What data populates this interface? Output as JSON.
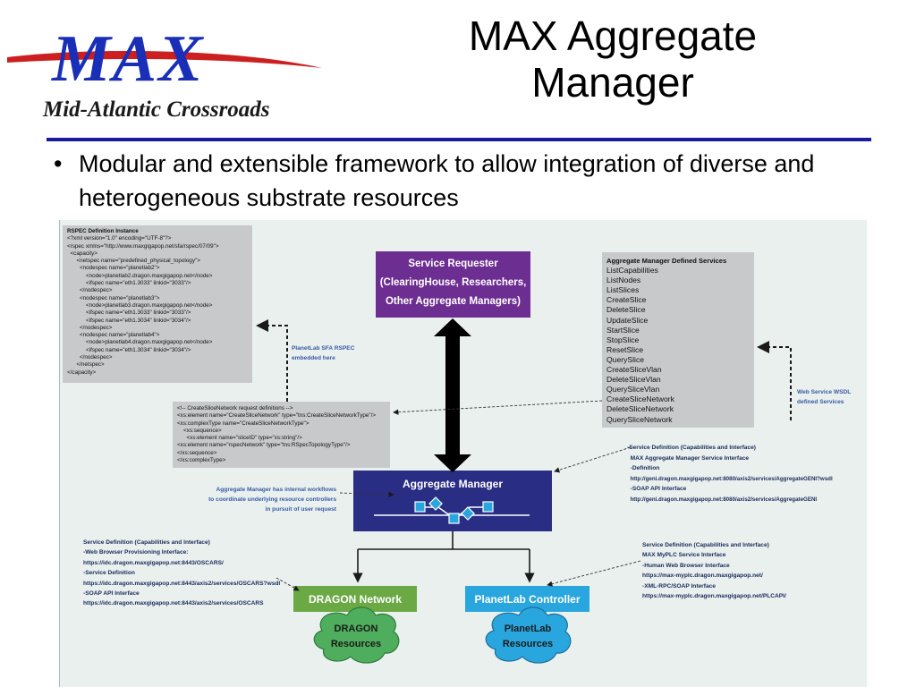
{
  "logo": {
    "wordmark": "MAX",
    "tagline": "Mid-Atlantic Crossroads",
    "colors": {
      "blue": "#1a2fb8",
      "red": "#cc1f1f"
    }
  },
  "title": {
    "line1": "MAX Aggregate",
    "line2": "Manager"
  },
  "bullet": {
    "symbol": "•",
    "text": "Modular and extensible framework to allow integration of diverse and heterogeneous substrate resources"
  },
  "diagram": {
    "rspec": {
      "heading": "RSPEC Definition Instance",
      "lines": [
        "<?xml version=\"1.0\" encoding=\"UTF-8\"?>",
        "<rspec xmlns=\"http://www.maxgigapop.net/sfa/rspec/07/09\">",
        "  <capacity>",
        "      <netspec name=\"predefined_physical_topology\">",
        "        <nodespec name=\"planetlab2\">",
        "            <node>planetlab2.dragon.maxgigapop.net</node>",
        "            <ifspec name=\"eth1.3033\" linkid=\"3033\"/>",
        "        </nodespec>",
        "        <nodespec name=\"planetlab3\">",
        "            <node>planetlab3.dragon.maxgigapop.net</node>",
        "            <ifspec name=\"eth1.3033\" linkid=\"3033\"/>",
        "            <ifspec name=\"eth1.3034\" linkid=\"3034\"/>",
        "        </nodespec>",
        "        <nodespec name=\"planetlab4\">",
        "            <node>planetlab4.dragon.maxgigapop.net</node>",
        "            <ifspec name=\"eth1.3034\" linkid=\"3034\"/>",
        "        </nodespec>",
        "      </netspec>",
        "</capacity>"
      ],
      "annotation": [
        "PlanetLab SFA RSPEC",
        "embedded here"
      ]
    },
    "create_slice": {
      "lines": [
        "<!-- CreateSliceNetwork request definitions -->",
        "<xs:element name=\"CreateSliceNetwork\" type=\"tns:CreateSliceNetworkType\"/>",
        "<xs:complexType name=\"CreateSliceNetworkType\">",
        "    <xs:sequence>",
        "      <xs:element name=\"sliceID\" type=\"xs:string\"/>",
        "<xs:element name=\"rspecNetwork\" type=\"tns:RSpecTopologyType\"/>",
        "</xs:sequence>",
        "</xs:complexType>"
      ]
    },
    "requester": {
      "lines": [
        "Service Requester",
        "(ClearingHouse, Researchers,",
        "Other Aggregate Managers)"
      ]
    },
    "services": {
      "heading": "Aggregate Manager Defined Services",
      "items": [
        "ListCapabilities",
        "ListNodes",
        "ListSlices",
        "CreateSlice",
        "DeleteSlice",
        "UpdateSlice",
        "StartSlice",
        "StopSlice",
        "ResetSlice",
        "QuerySlice",
        "CreateSliceVlan",
        "DeleteSliceVlan",
        "QuerySliceVlan",
        "CreateSliceNetwork",
        "DeleteSliceNetwork",
        "QuerySliceNetwork"
      ],
      "annotation": [
        "Web Service WSDL",
        "defined Services"
      ]
    },
    "am_definition": {
      "lines": [
        "-Service Definition (Capabilities and Interface)",
        "  MAX Aggregate Manager Service Interface",
        "  -Definition",
        "  http://geni.dragon.maxgigapop.net:8080/axis2/services/AggregateGENI?wsdl",
        "  -SOAP API Interface",
        "  http://geni.dragon.maxgigapop.net:8080/axis2/services/AggregateGENI"
      ]
    },
    "aggregate_manager": {
      "label": "Aggregate Manager"
    },
    "workflow_note": {
      "lines": [
        "Aggregate Manager has internal workflows",
        "to coordinate underlying resource controllers",
        "in pursuit of user request"
      ]
    },
    "dragon_definition": {
      "lines": [
        "Service Definition (Capabilities and Interface)",
        "-Web Browser Provisioning Interface:",
        "https://idc.dragon.maxgigapop.net:8443/OSCARS/",
        "-Service Definition",
        "https://idc.dragon.maxgigapop.net:8443/axis2/services/OSCARS?wsdl",
        "-SOAP API Interface",
        "https://idc.dragon.maxgigapop.net:8443/axis2/services/OSCARS"
      ]
    },
    "planetlab_definition": {
      "lines": [
        "Service Definition (Capabilities and Interface)",
        "MAX MyPLC Service Interface",
        "-Human Web Browser Interface",
        "https://max-myplc.dragon.maxgigapop.net/",
        "-XML-RPC/SOAP Interface",
        "https://max-myplc.dragon.maxgigapop.net/PLCAPI/"
      ]
    },
    "dragon_controller": {
      "label": "DRAGON Network Controller"
    },
    "planetlab_controller": {
      "label": "PlanetLab Controller"
    },
    "dragon_resources": {
      "line1": "DRAGON",
      "line2": "Resources"
    },
    "planetlab_resources": {
      "line1": "PlanetLab",
      "line2": "Resources"
    },
    "colors": {
      "purple": "#6d2e91",
      "navy": "#2a2d84",
      "green": "#6aa944",
      "cyan": "#2aa6df",
      "cloud_green": "#4fae5d",
      "cloud_blue": "#2aa6df",
      "panel": "#e9f0ee",
      "gray_box": "#c8c9cb"
    }
  }
}
